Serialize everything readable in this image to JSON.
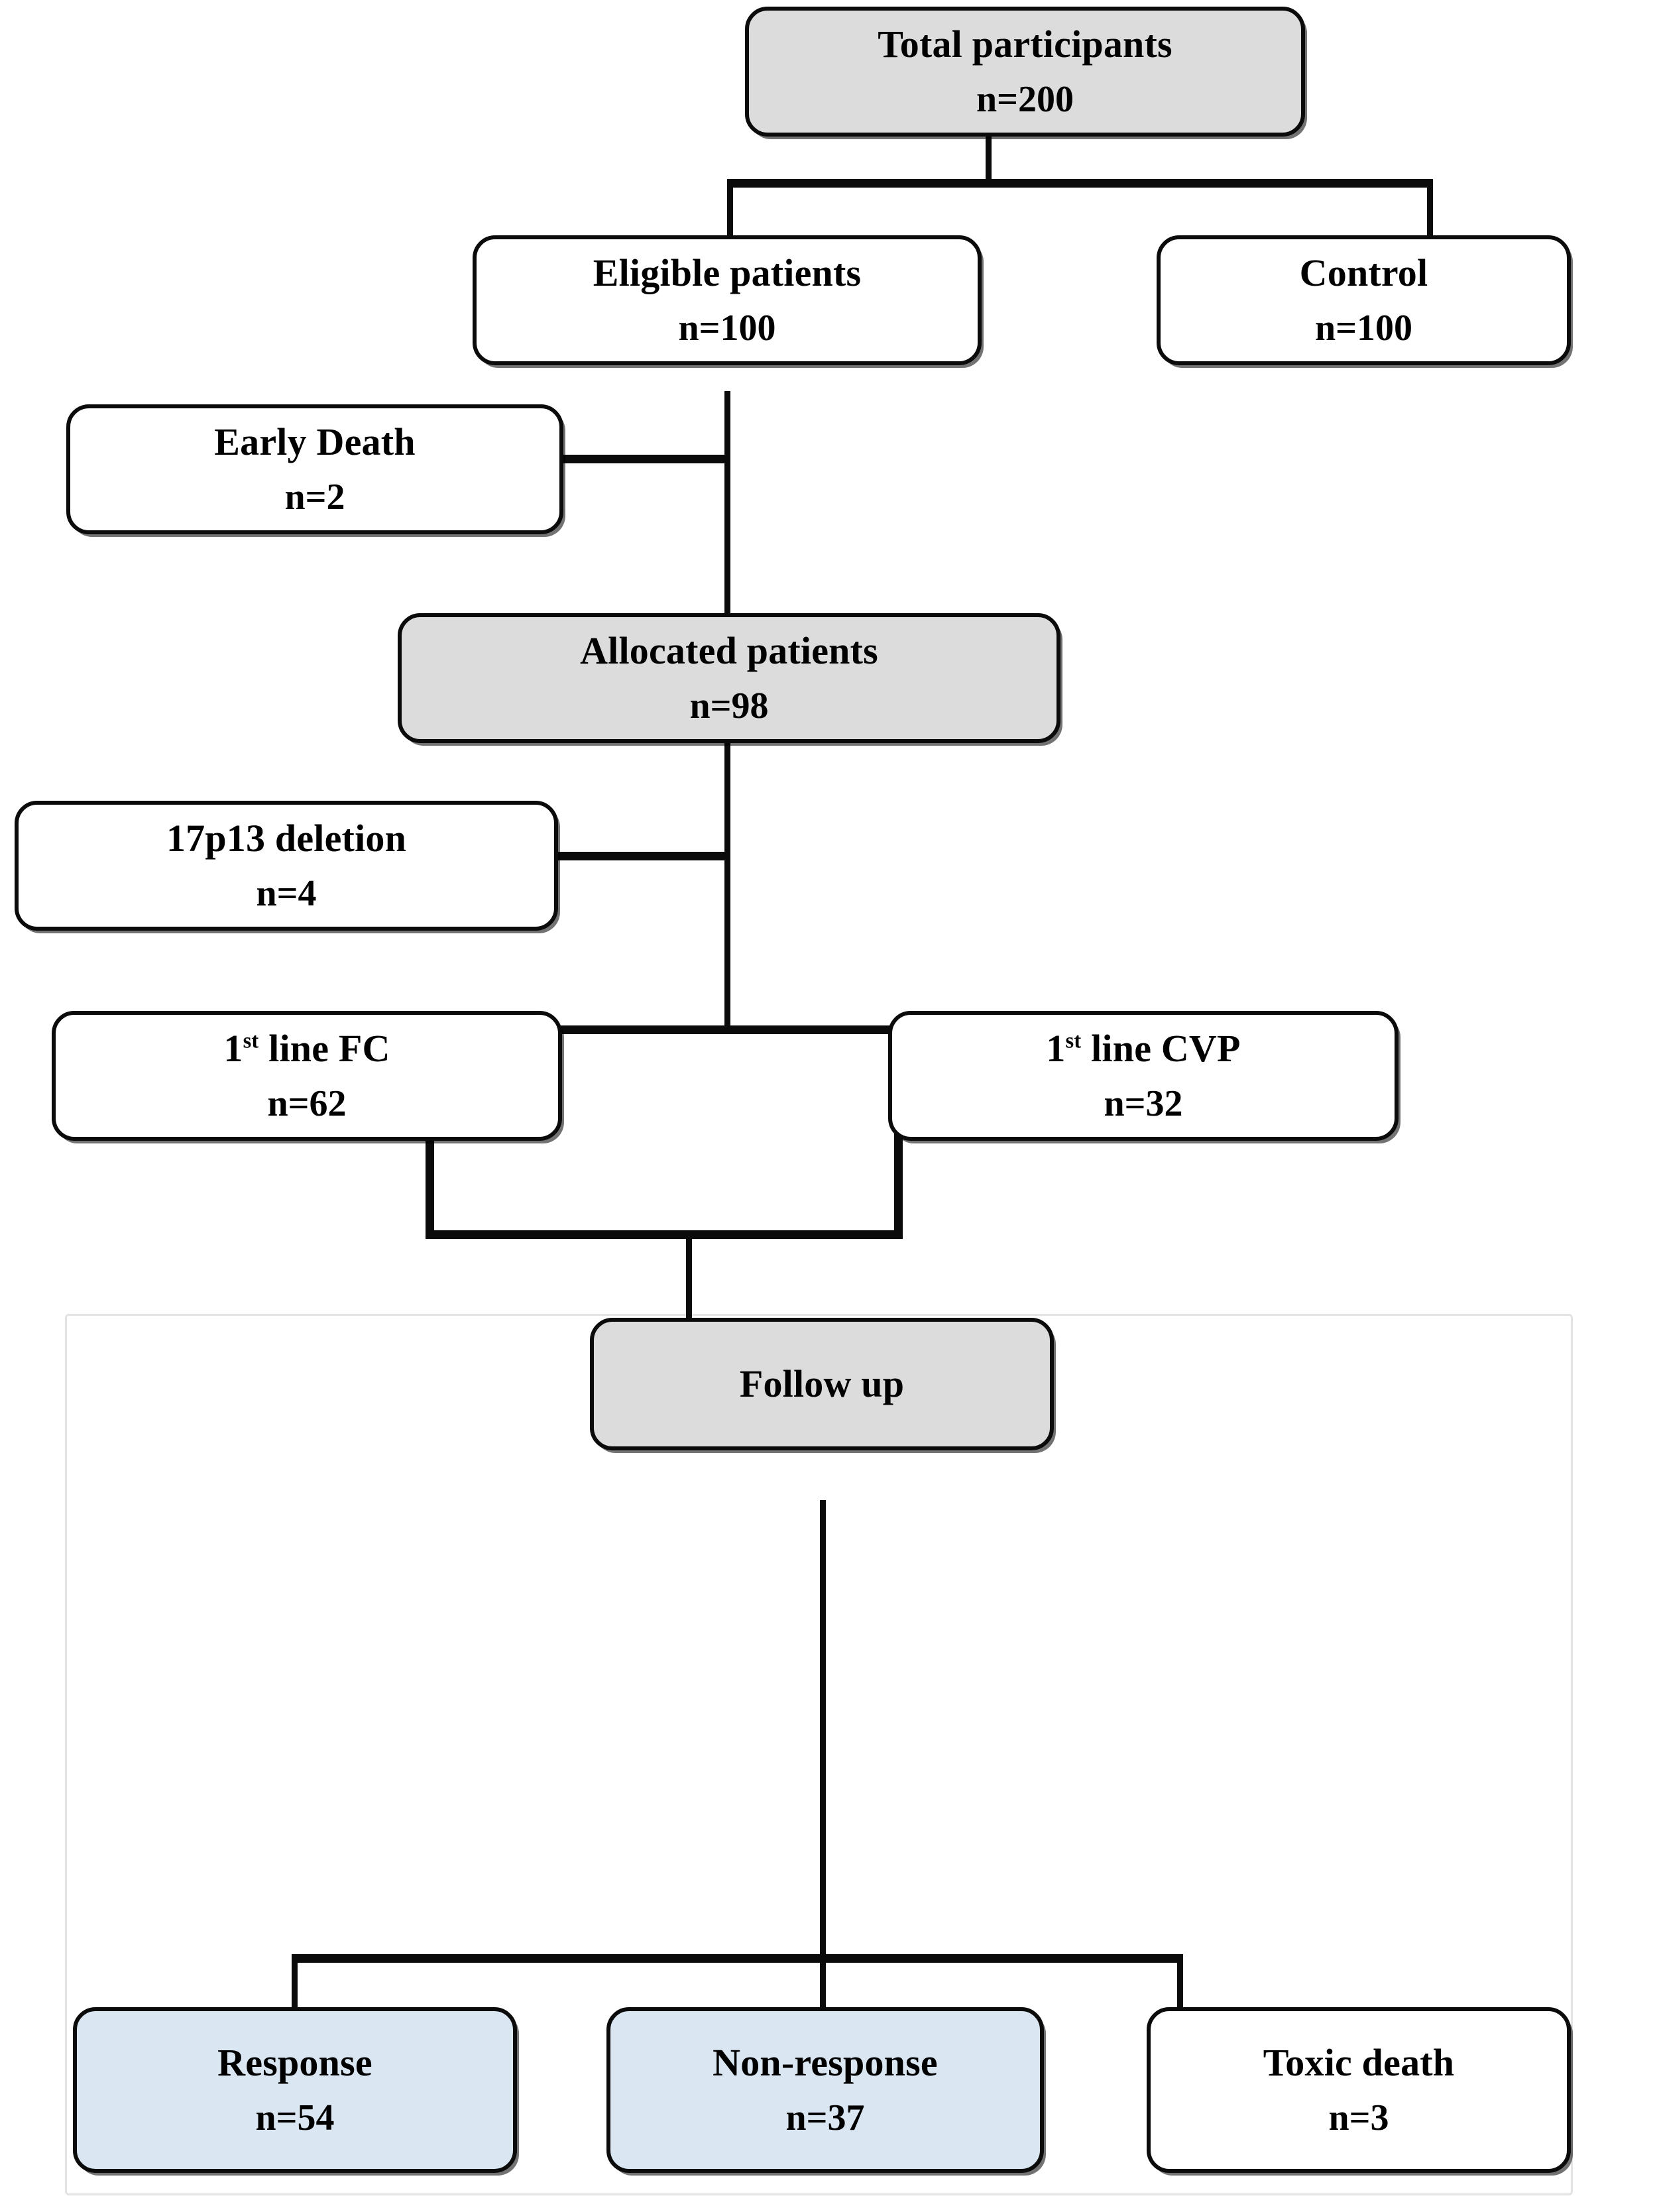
{
  "diagram": {
    "type": "flowchart",
    "title": "CONSORT-style participant flow diagram",
    "colors": {
      "gray_fill": "#dcdcdc",
      "blue_fill": "#dae7f2",
      "white_fill": "#ffffff",
      "stroke": "#0b0b0b",
      "panel_border": "#e3e3e3"
    },
    "nodes": [
      {
        "id": "total",
        "title": "Total participants",
        "count": "n=200",
        "fill": "gray"
      },
      {
        "id": "eligible",
        "title": "Eligible patients",
        "count": "n=100",
        "fill": "white"
      },
      {
        "id": "control",
        "title": "Control",
        "count": "n=100",
        "fill": "white"
      },
      {
        "id": "early-death",
        "title": "Early Death",
        "count": "n=2",
        "fill": "white"
      },
      {
        "id": "allocated",
        "title": "Allocated patients",
        "count": "n=98",
        "fill": "gray"
      },
      {
        "id": "deletion",
        "title": "17p13 deletion",
        "count": "n=4",
        "fill": "white"
      },
      {
        "id": "fc",
        "title": "1st line FC",
        "title_prefix": "1",
        "title_sup": "st",
        "title_rest": " line FC",
        "count": "n=62",
        "fill": "white"
      },
      {
        "id": "cvp",
        "title": "1st line CVP",
        "title_prefix": "1",
        "title_sup": "st",
        "title_rest": " line CVP",
        "count": "n=32",
        "fill": "white"
      },
      {
        "id": "followup",
        "title": "Follow up",
        "count": "",
        "fill": "gray"
      },
      {
        "id": "response",
        "title": "Response",
        "count": "n=54",
        "fill": "blue"
      },
      {
        "id": "nonresponse",
        "title": "Non-response",
        "count": "n=37",
        "fill": "blue"
      },
      {
        "id": "toxicdeath",
        "title": "Toxic death",
        "count": "n=3",
        "fill": "white"
      }
    ],
    "edges": [
      {
        "from": "total",
        "to": "eligible"
      },
      {
        "from": "total",
        "to": "control"
      },
      {
        "from": "eligible",
        "to": "allocated"
      },
      {
        "from": "eligible",
        "to": "early-death"
      },
      {
        "from": "allocated",
        "to": "deletion"
      },
      {
        "from": "allocated",
        "to": "fc"
      },
      {
        "from": "allocated",
        "to": "cvp"
      },
      {
        "from": "fc",
        "to": "followup"
      },
      {
        "from": "cvp",
        "to": "followup"
      },
      {
        "from": "followup",
        "to": "response"
      },
      {
        "from": "followup",
        "to": "nonresponse"
      },
      {
        "from": "followup",
        "to": "toxicdeath"
      }
    ]
  }
}
